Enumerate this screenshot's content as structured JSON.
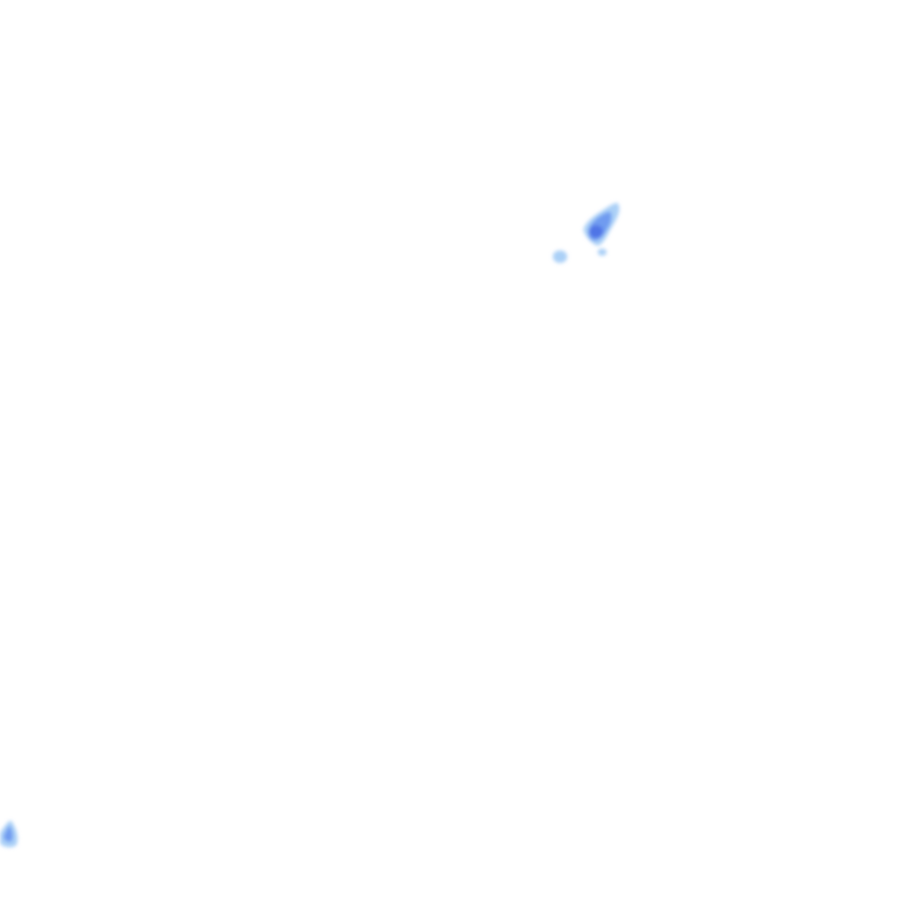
{
  "map": {
    "layer": "precipitation-radar",
    "background_color": "#ffffff",
    "colors": {
      "light": "#9cc8f6",
      "medium": "#6f9bf0",
      "heavy": "#4f74e6"
    },
    "echoes": [
      {
        "id": "cell-north-east",
        "intensity": "heavy"
      },
      {
        "id": "cell-north-east-spot",
        "intensity": "light"
      },
      {
        "id": "cell-north-east-trail",
        "intensity": "light"
      },
      {
        "id": "cell-south-west",
        "intensity": "medium"
      }
    ]
  }
}
